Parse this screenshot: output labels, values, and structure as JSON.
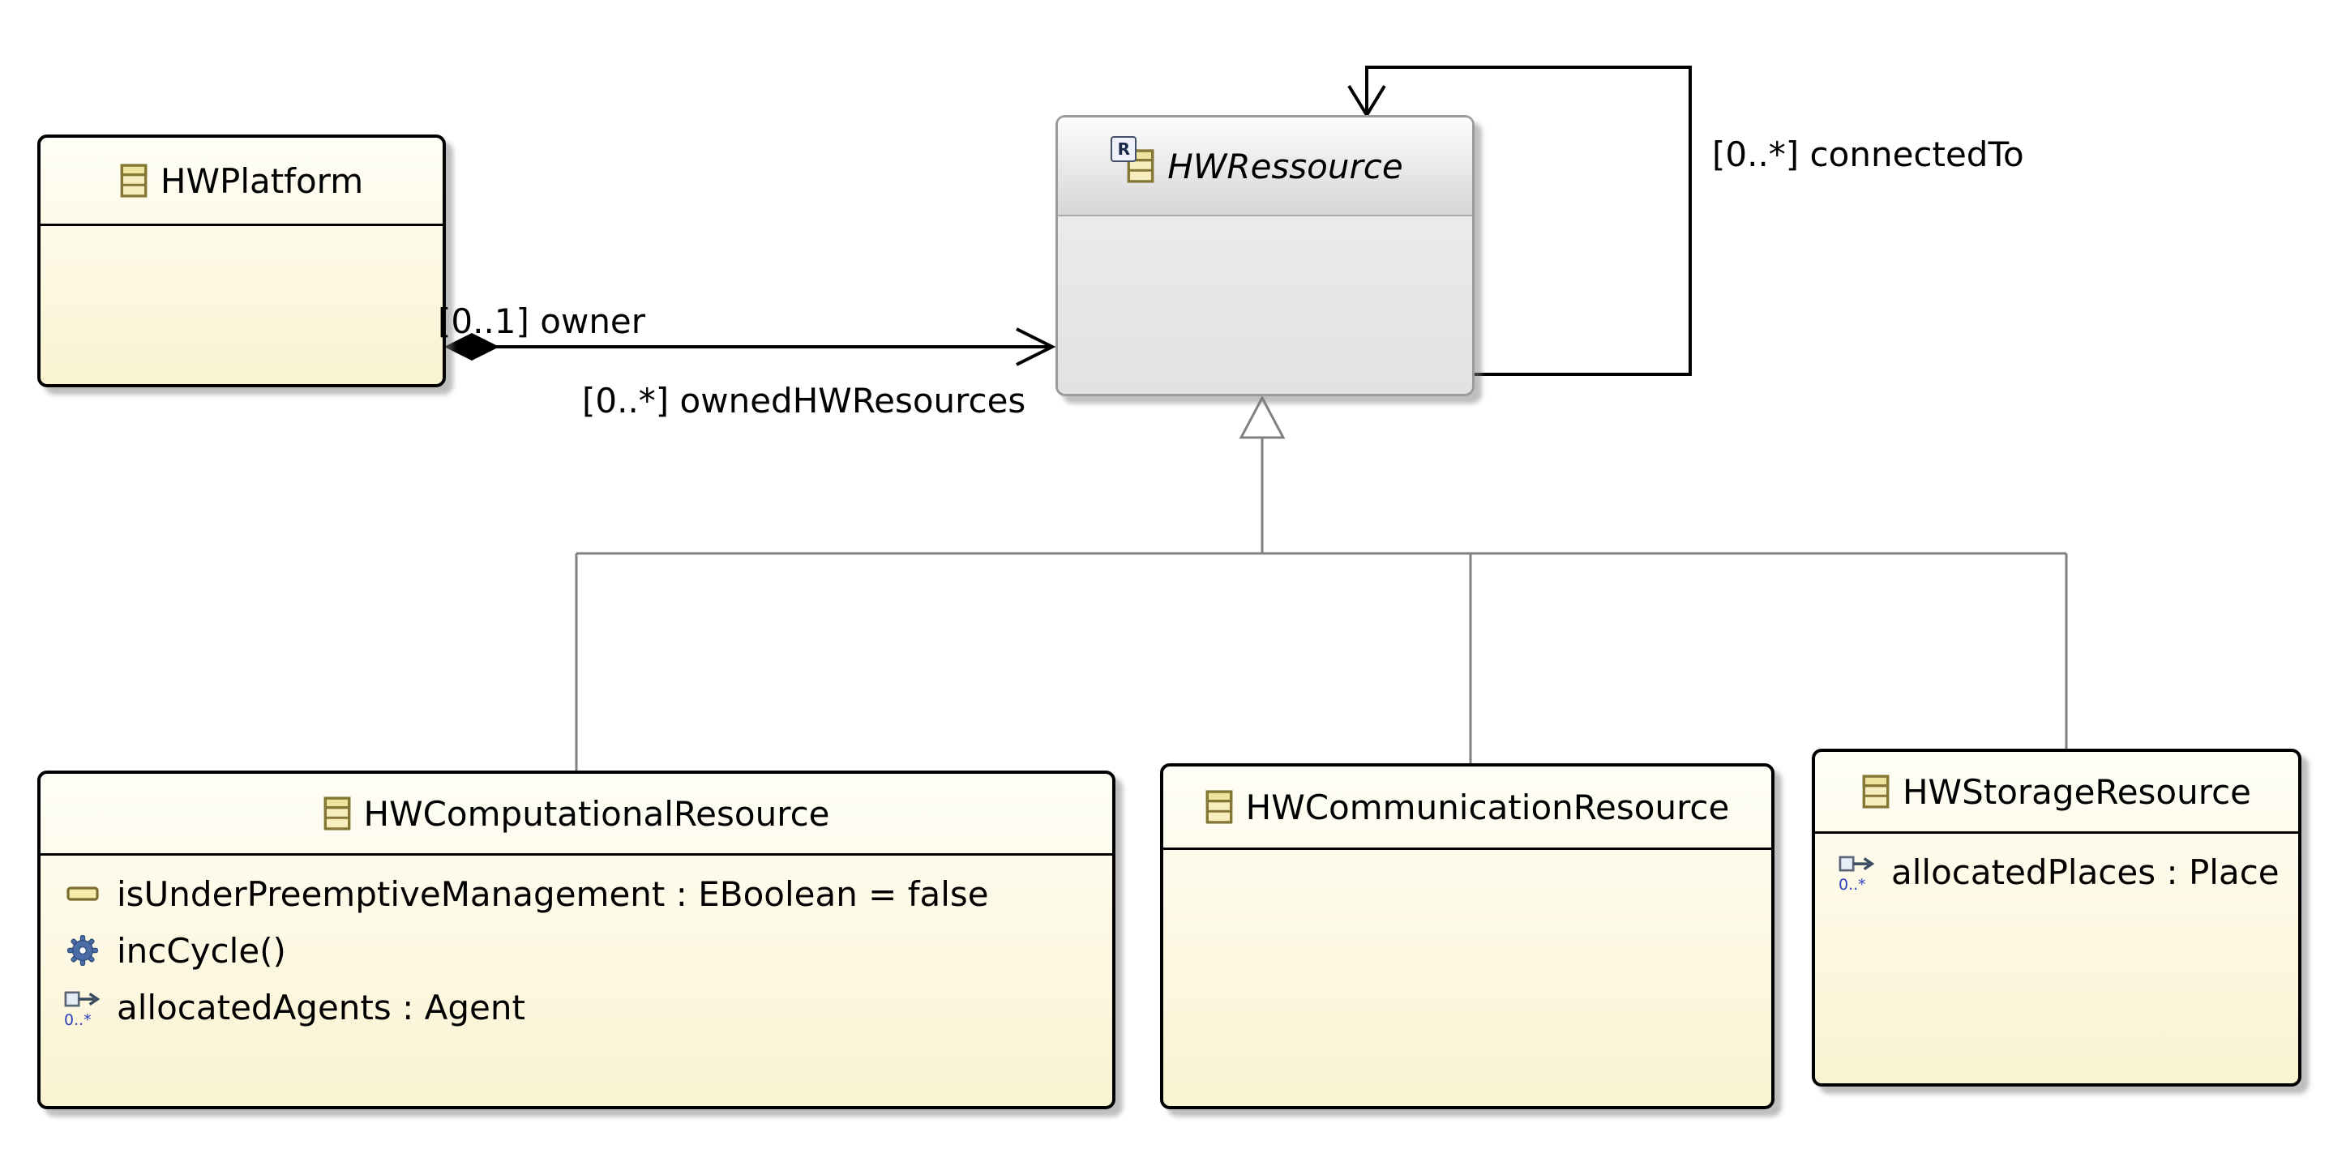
{
  "classes": {
    "hwplatform": {
      "name": "HWPlatform"
    },
    "hwressource": {
      "name": "HWRessource",
      "badge": "R"
    },
    "hwcomputational": {
      "name": "HWComputationalResource",
      "members": [
        {
          "kind": "attribute",
          "label": "isUnderPreemptiveManagement : EBoolean = false"
        },
        {
          "kind": "operation",
          "label": "incCycle()"
        },
        {
          "kind": "reference",
          "label": "allocatedAgents : Agent",
          "multiplicity": "0..*"
        }
      ]
    },
    "hwcommunication": {
      "name": "HWCommunicationResource"
    },
    "hwstorage": {
      "name": "HWStorageResource",
      "members": [
        {
          "kind": "reference",
          "label": "allocatedPlaces : Place",
          "multiplicity": "0..*"
        }
      ]
    }
  },
  "edges": {
    "composition": {
      "source_label": "[0..1] owner",
      "target_label": "[0..*] ownedHWResources"
    },
    "connected_to": {
      "label": "[0..*] connectedTo"
    }
  },
  "colors": {
    "class_fill_top": "#fffef6",
    "class_fill_bottom": "#faf3d1",
    "class_border": "#000000",
    "abstract_fill": "#e8e8e8",
    "abstract_border": "#9b9b9b",
    "edge": "#000000",
    "generalization": "#808080",
    "multiplicity_text": "#2b3fbf"
  }
}
